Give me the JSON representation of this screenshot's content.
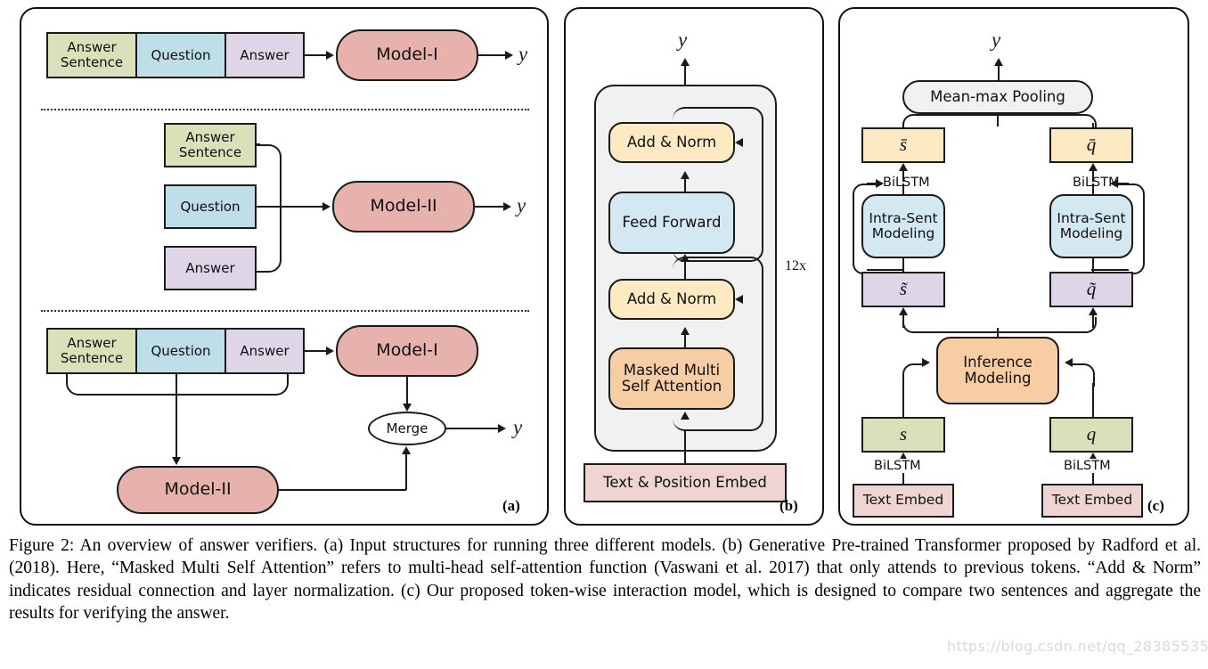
{
  "figure": {
    "panel_labels": {
      "a": "(a)",
      "b": "(b)",
      "c": "(c)"
    },
    "output_symbol": "y",
    "repeat_label": "12x"
  },
  "panel_a": {
    "row1": {
      "blocks": [
        "Answer\nSentence",
        "Question",
        "Answer"
      ],
      "model": "Model-I",
      "output": "y"
    },
    "row2": {
      "blocks": [
        "Answer\nSentence",
        "Question",
        "Answer"
      ],
      "model": "Model-II",
      "output": "y"
    },
    "row3": {
      "blocks": [
        "Answer\nSentence",
        "Question",
        "Answer"
      ],
      "model_top": "Model-I",
      "model_bottom": "Model-II",
      "merge": "Merge",
      "output": "y"
    }
  },
  "panel_b": {
    "output": "y",
    "repeat": "12x",
    "nodes": [
      "Add & Norm",
      "Feed Forward",
      "Add & Norm",
      "Masked Multi\nSelf Attention",
      "Text & Position Embed"
    ]
  },
  "panel_c": {
    "output": "y",
    "pooling": "Mean-max Pooling",
    "left": {
      "bar": "s̄",
      "bilstm_top": "BiLSTM",
      "intra": "Intra-Sent\nModeling",
      "tilde": "s̃",
      "base": "s",
      "bilstm_bottom": "BiLSTM",
      "embed": "Text Embed"
    },
    "right": {
      "bar": "q̄",
      "bilstm_top": "BiLSTM",
      "intra": "Intra-Sent\nModeling",
      "tilde": "q̃",
      "base": "q",
      "bilstm_bottom": "BiLSTM",
      "embed": "Text Embed"
    },
    "inference": "Inference\nModeling"
  },
  "caption": {
    "text": "Figure 2: An overview of answer verifiers. (a) Input structures for running three different models. (b) Generative Pre-trained Transformer proposed by Radford et al. (2018). Here, “Masked Multi Self Attention” refers to multi-head self-attention function (Vaswani et al. 2017) that only attends to previous tokens. “Add & Norm” indicates residual connection and layer normalization. (c) Our proposed token-wise interaction model, which is designed to compare two sentences and aggregate the results for verifying the answer."
  },
  "watermark": {
    "text": "https://blog.csdn.net/qq_28385535"
  },
  "colors": {
    "green": "#d9e0ba",
    "blue": "#bfdfe8",
    "purple": "#ded6e6",
    "pink": "#e6b2ab",
    "yellow": "#fdeac2",
    "light_blue": "#d3e8f0",
    "orange": "#f7cda4",
    "rose": "#eed4d2",
    "gray": "#f1f1f1",
    "stroke": "#1a1a1a"
  }
}
